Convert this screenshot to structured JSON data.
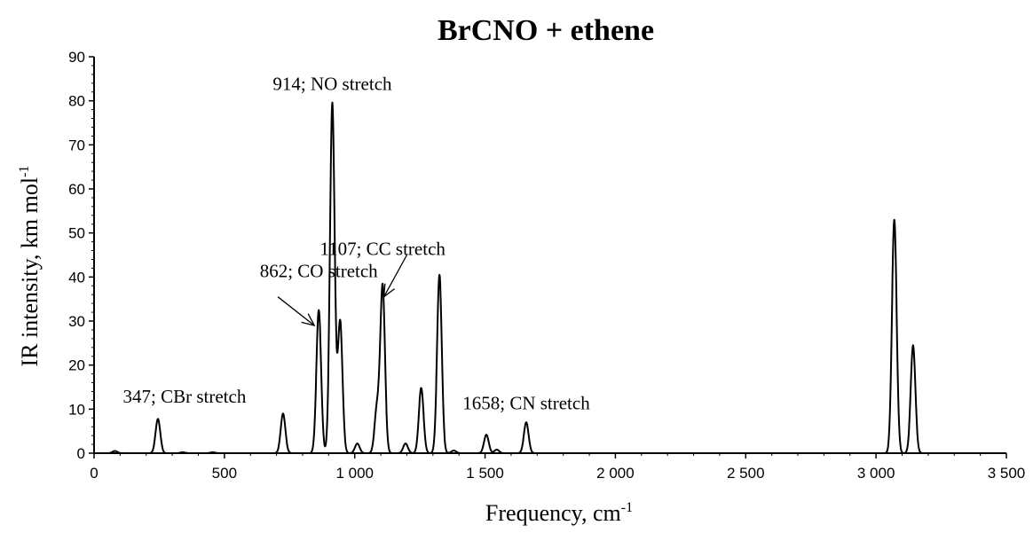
{
  "chart_data": {
    "type": "line",
    "title": "BrCNO + ethene",
    "xlabel": "Frequency, cm",
    "xlabel_sup": "-1",
    "ylabel": "IR intensity, km mol",
    "ylabel_sup": "-1",
    "xlim": [
      0,
      3500
    ],
    "ylim": [
      0,
      90
    ],
    "xticks": [
      0,
      500,
      1000,
      1500,
      2000,
      2500,
      3000,
      3500
    ],
    "xtick_labels": [
      "0",
      "500",
      "1 000",
      "1 500",
      "2 000",
      "2 500",
      "3 000",
      "3 500"
    ],
    "yticks": [
      0,
      10,
      20,
      30,
      40,
      50,
      60,
      70,
      80,
      90
    ],
    "ytick_labels": [
      "0",
      "10",
      "20",
      "30",
      "40",
      "50",
      "60",
      "70",
      "80",
      "90"
    ],
    "grid": false,
    "series": [
      {
        "peaks": [
          {
            "x": 80,
            "y": 0.5
          },
          {
            "x": 245,
            "y": 7.8
          },
          {
            "x": 340,
            "y": 0.2
          },
          {
            "x": 455,
            "y": 0.2
          },
          {
            "x": 725,
            "y": 9.0
          },
          {
            "x": 862,
            "y": 32.5
          },
          {
            "x": 914,
            "y": 79.5
          },
          {
            "x": 944,
            "y": 30.0
          },
          {
            "x": 1010,
            "y": 2.2
          },
          {
            "x": 1085,
            "y": 10.0
          },
          {
            "x": 1107,
            "y": 38.0
          },
          {
            "x": 1195,
            "y": 2.2
          },
          {
            "x": 1255,
            "y": 14.8
          },
          {
            "x": 1325,
            "y": 40.5
          },
          {
            "x": 1380,
            "y": 0.6
          },
          {
            "x": 1505,
            "y": 4.2
          },
          {
            "x": 1545,
            "y": 0.8
          },
          {
            "x": 1658,
            "y": 7.0
          },
          {
            "x": 3070,
            "y": 53.0
          },
          {
            "x": 3142,
            "y": 24.5
          }
        ]
      }
    ],
    "annotations": [
      {
        "text": "347; CBr stretch",
        "x": 347,
        "y": 11.5
      },
      {
        "text": "862; CO stretch",
        "x": 862,
        "y": 40.0,
        "arrow_to": [
          845,
          29.0
        ],
        "arrow_from": [
          705,
          35.5
        ]
      },
      {
        "text": "914; NO stretch",
        "x": 914,
        "y": 82.5
      },
      {
        "text": "1107; CC stretch",
        "x": 1107,
        "y": 45.0,
        "arrow_to": [
          1112,
          35.5
        ],
        "arrow_from": [
          1200,
          45.0
        ]
      },
      {
        "text": "1658; CN stretch",
        "x": 1658,
        "y": 10.0
      }
    ]
  }
}
